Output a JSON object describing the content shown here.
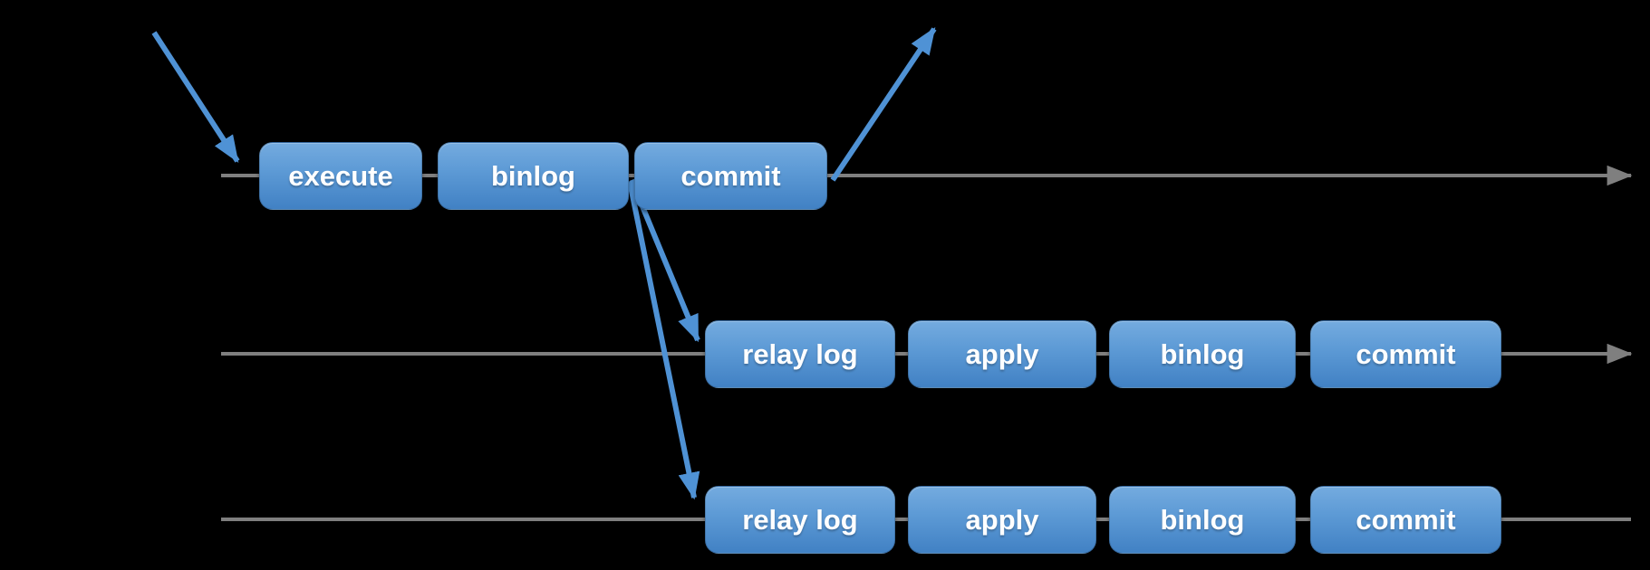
{
  "diagram": {
    "background_color": "#000000",
    "timeline_color": "#7f7f7f",
    "arrow_color": "#4f92d5",
    "box_gradient_top": "#74abdf",
    "box_gradient_bottom": "#4181c4",
    "box_text_color": "#ffffff"
  },
  "rows": [
    {
      "boxes": [
        {
          "label": "execute"
        },
        {
          "label": "binlog"
        },
        {
          "label": "commit"
        }
      ]
    },
    {
      "boxes": [
        {
          "label": "relay log"
        },
        {
          "label": "apply"
        },
        {
          "label": "binlog"
        },
        {
          "label": "commit"
        }
      ]
    },
    {
      "boxes": [
        {
          "label": "relay log"
        },
        {
          "label": "apply"
        },
        {
          "label": "binlog"
        },
        {
          "label": "commit"
        }
      ]
    }
  ]
}
